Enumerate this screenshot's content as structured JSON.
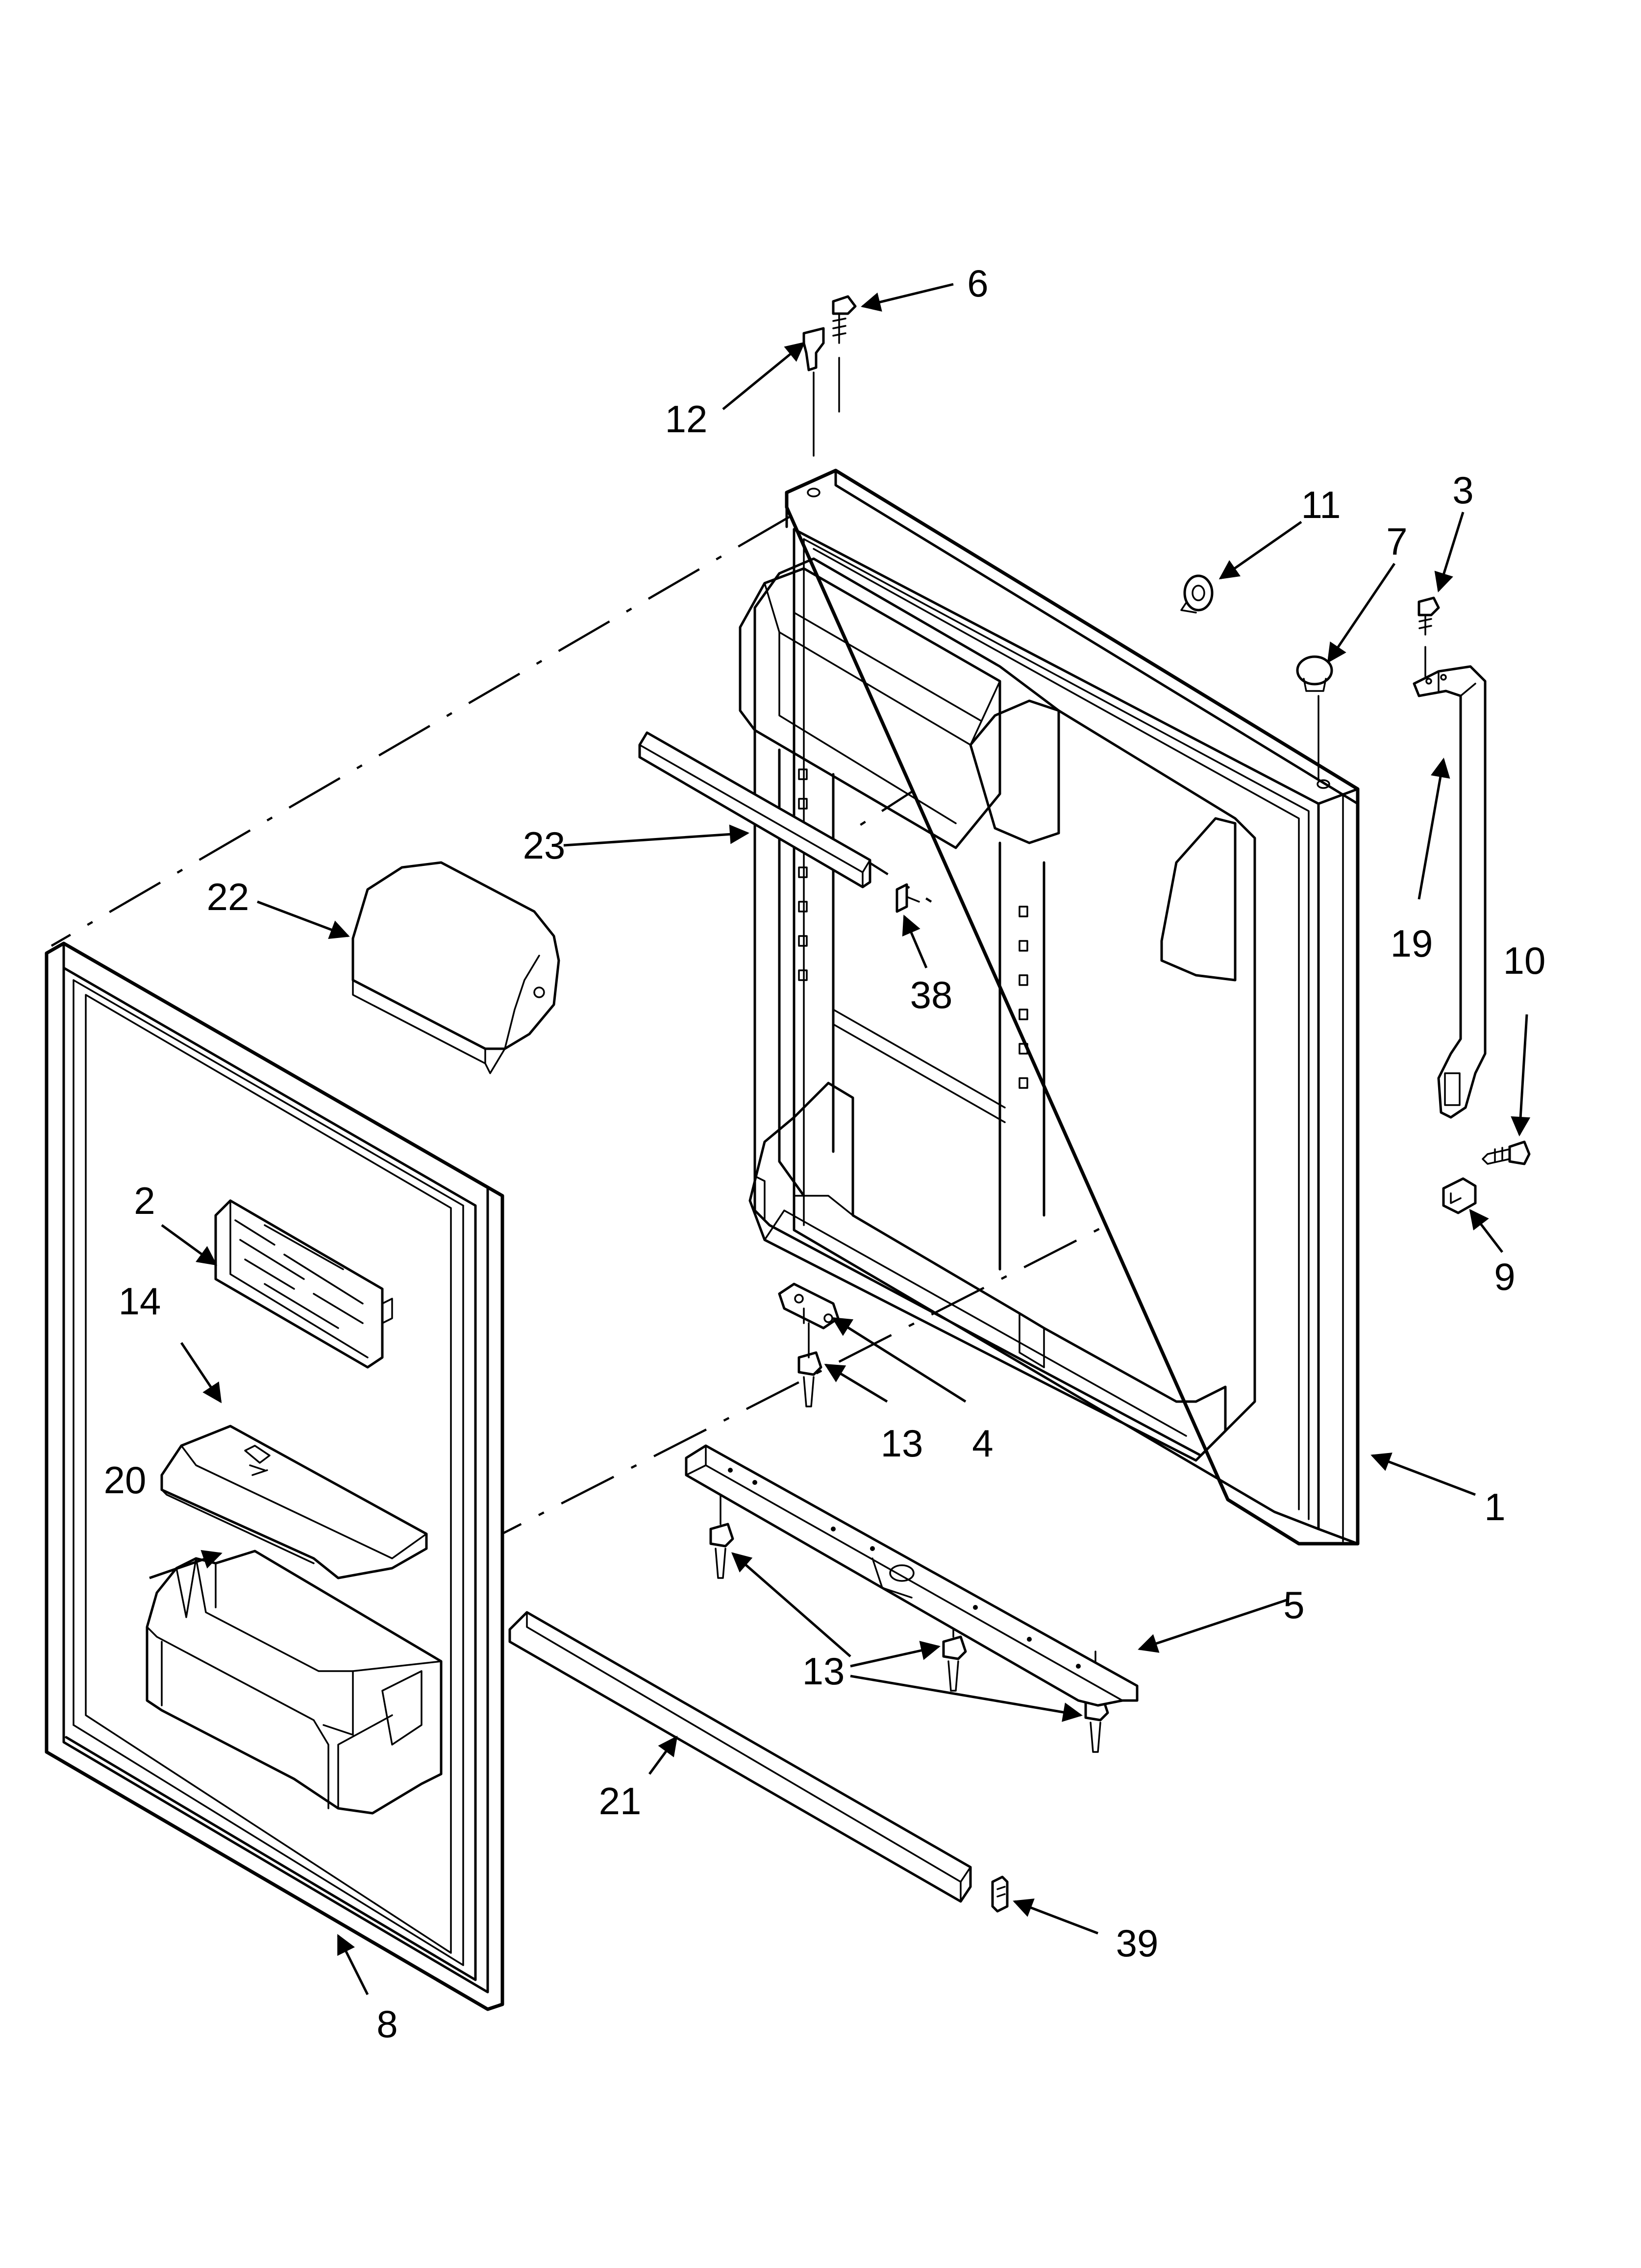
{
  "callouts": [
    {
      "id": "1",
      "text": "1"
    },
    {
      "id": "2",
      "text": "2"
    },
    {
      "id": "3",
      "text": "3"
    },
    {
      "id": "4",
      "text": "4"
    },
    {
      "id": "5",
      "text": "5"
    },
    {
      "id": "6",
      "text": "6"
    },
    {
      "id": "7",
      "text": "7"
    },
    {
      "id": "8",
      "text": "8"
    },
    {
      "id": "9",
      "text": "9"
    },
    {
      "id": "10",
      "text": "10"
    },
    {
      "id": "11",
      "text": "11"
    },
    {
      "id": "12",
      "text": "12"
    },
    {
      "id": "13a",
      "text": "13"
    },
    {
      "id": "13b",
      "text": "13"
    },
    {
      "id": "14",
      "text": "14"
    },
    {
      "id": "19",
      "text": "19"
    },
    {
      "id": "20",
      "text": "20"
    },
    {
      "id": "21",
      "text": "21"
    },
    {
      "id": "22",
      "text": "22"
    },
    {
      "id": "23",
      "text": "23"
    },
    {
      "id": "38",
      "text": "38"
    },
    {
      "id": "39",
      "text": "39"
    }
  ]
}
